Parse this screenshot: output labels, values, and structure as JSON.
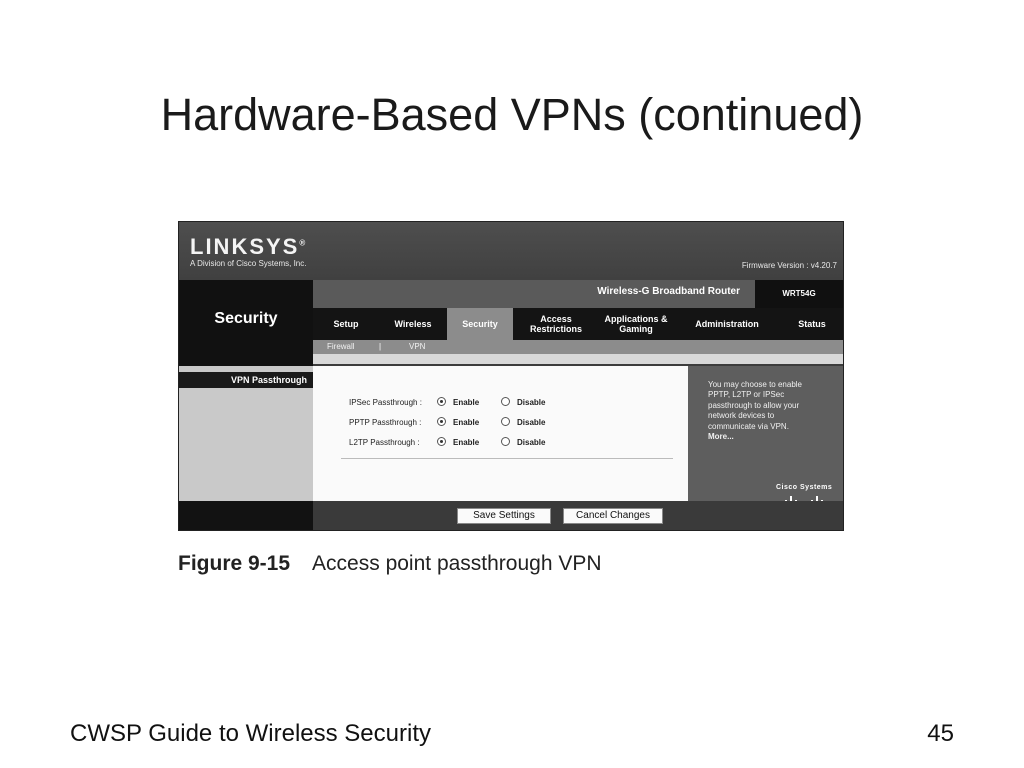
{
  "slide": {
    "title": "Hardware-Based VPNs (continued)",
    "caption_figure": "Figure 9-15",
    "caption_text": "Access point passthrough VPN",
    "footer_left": "CWSP Guide to Wireless Security",
    "page_number": "45"
  },
  "router": {
    "logo": "LINKSYS",
    "logo_mark": "®",
    "tagline": "A Division of Cisco Systems, Inc.",
    "firmware": "Firmware Version : v4.20.7",
    "product_name": "Wireless-G Broadband Router",
    "model": "WRT54G",
    "section_title": "Security",
    "tabs": [
      {
        "label": "Setup"
      },
      {
        "label": "Wireless"
      },
      {
        "label": "Security",
        "active": true
      },
      {
        "label": "Access Restrictions"
      },
      {
        "label": "Applications & Gaming"
      },
      {
        "label": "Administration"
      },
      {
        "label": "Status"
      }
    ],
    "subtabs": [
      "Firewall",
      "VPN"
    ],
    "subtab_separator": "|",
    "sidebar_label": "VPN Passthrough",
    "rows": [
      {
        "label": "IPSec Passthrough :",
        "enable": "Enable",
        "disable": "Disable",
        "selected": "Enable"
      },
      {
        "label": "PPTP Passthrough :",
        "enable": "Enable",
        "disable": "Disable",
        "selected": "Enable"
      },
      {
        "label": "L2TP Passthrough :",
        "enable": "Enable",
        "disable": "Disable",
        "selected": "Enable"
      }
    ],
    "help_text": "You may choose to enable PPTP, L2TP or IPSec passthrough to allow your network devices to communicate via VPN.",
    "help_more": "More...",
    "cisco_logo": "Cisco Systems",
    "save_button": "Save Settings",
    "cancel_button": "Cancel Changes"
  }
}
